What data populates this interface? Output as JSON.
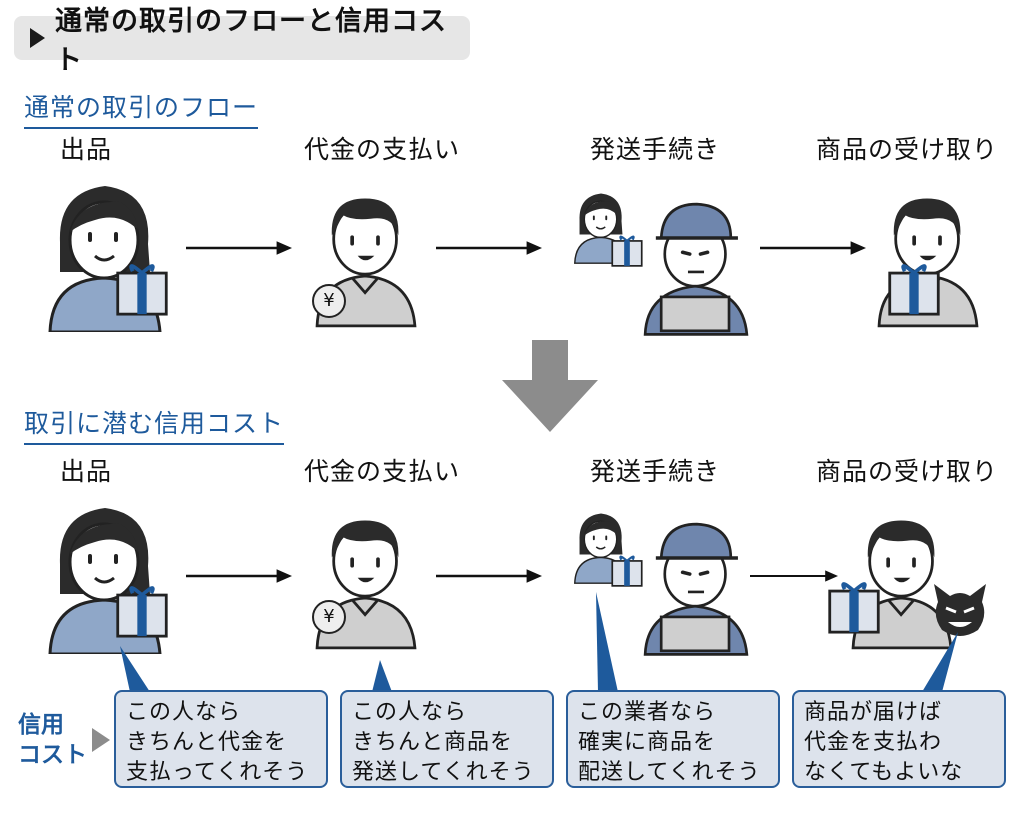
{
  "header": {
    "title": "通常の取引のフローと信用コスト"
  },
  "section_normal": {
    "title": "通常の取引のフロー"
  },
  "section_cost": {
    "title": "取引に潜む信用コスト"
  },
  "steps": [
    "出品",
    "代金の支払い",
    "発送手続き",
    "商品の受け取り"
  ],
  "yen_symbol": "¥",
  "credit_cost_label": [
    "信用",
    "コスト"
  ],
  "callouts": [
    [
      "この人なら",
      "きちんと代金を",
      "支払ってくれそう"
    ],
    [
      "この人なら",
      "きちんと商品を",
      "発送してくれそう"
    ],
    [
      "この業者なら",
      "確実に商品を",
      "配送してくれそう"
    ],
    [
      "商品が届けば",
      "代金を支払わ",
      "なくてもよいな"
    ]
  ],
  "colors": {
    "accent": "#1e5a9c",
    "figure_blue": "#8fa7c8",
    "gift_blue": "#1e5a9c",
    "box_fill": "#dde3ec",
    "down_arrow": "#8c8c8c"
  }
}
